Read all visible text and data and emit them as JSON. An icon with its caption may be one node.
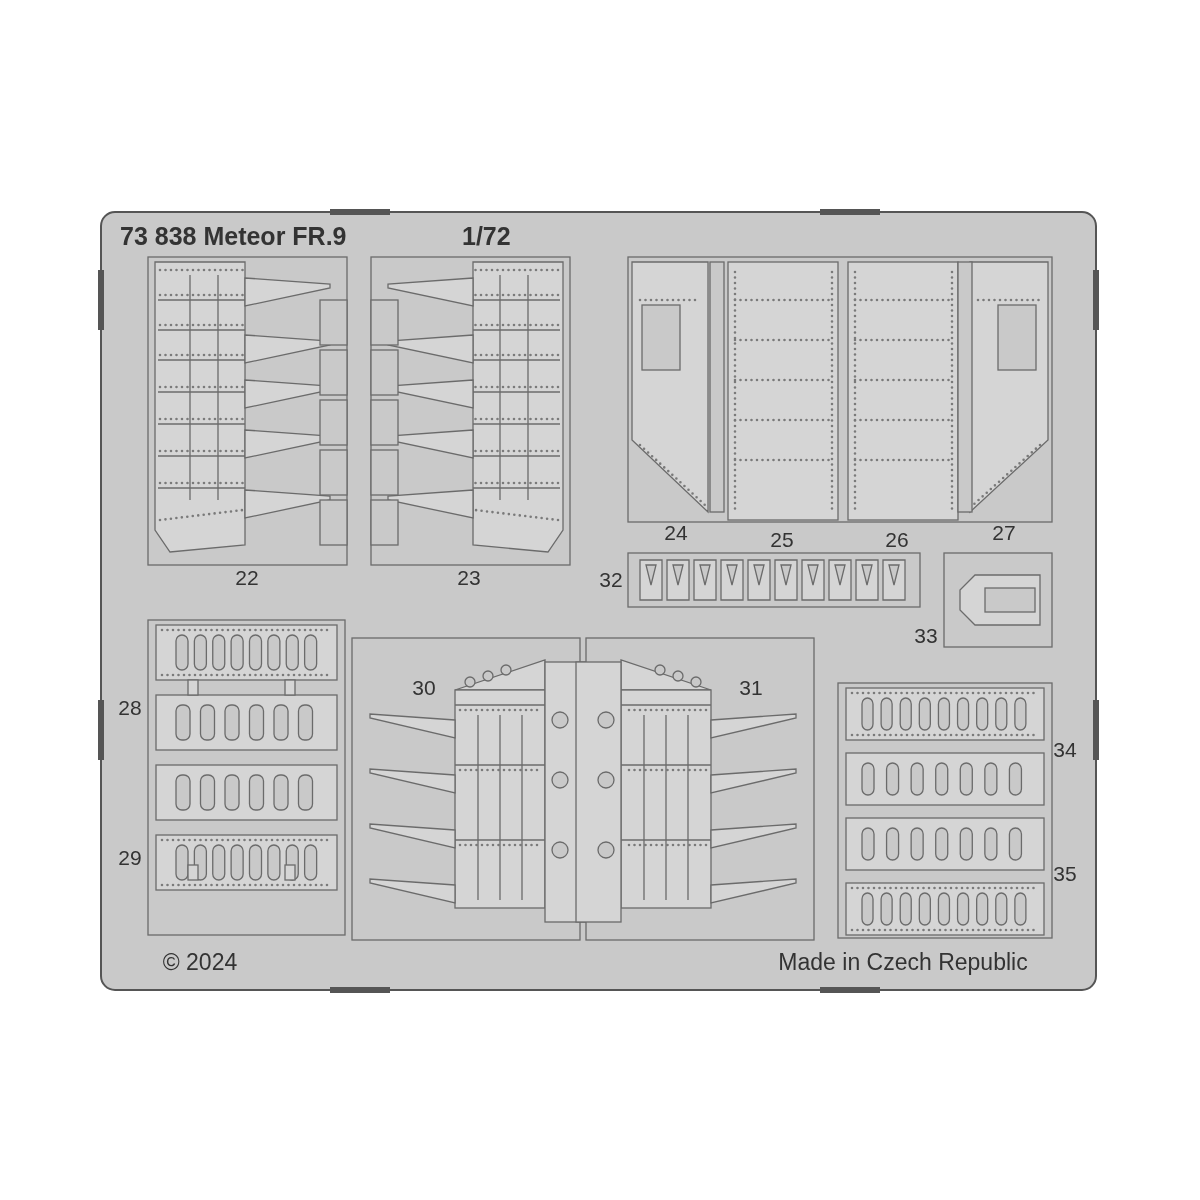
{
  "diagram": {
    "title": "73 838 Meteor FR.9",
    "labels": [
      "1/72",
      "22",
      "23",
      "24",
      "25",
      "26",
      "27",
      "32",
      "33",
      "28",
      "30",
      "31",
      "34",
      "29",
      "35",
      "© 2024",
      "Made in Czech Republic"
    ]
  }
}
